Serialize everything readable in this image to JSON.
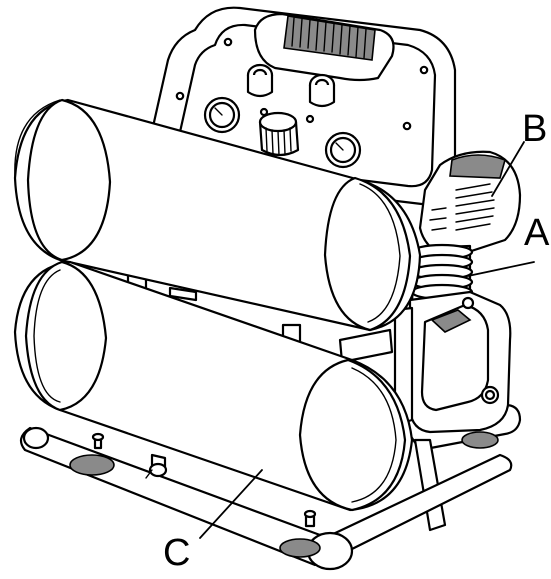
{
  "figure": {
    "callouts": {
      "a": "A",
      "b": "B",
      "c": "C"
    }
  }
}
